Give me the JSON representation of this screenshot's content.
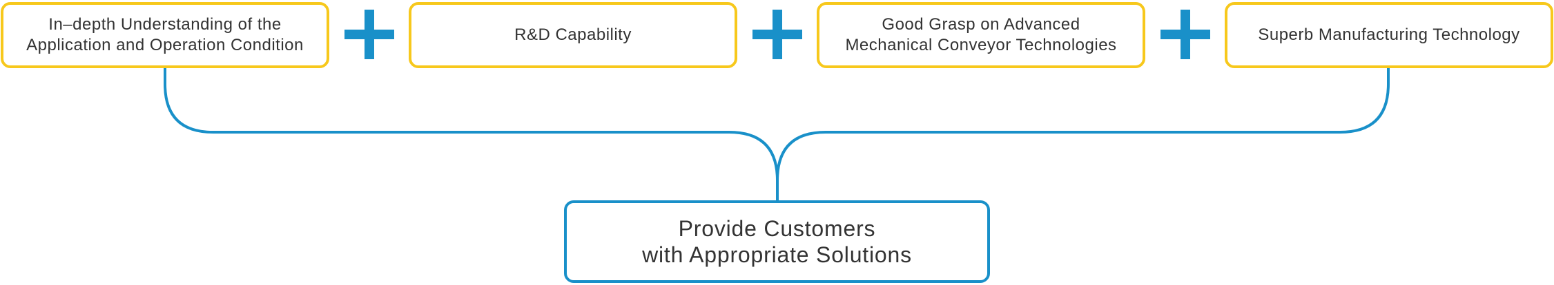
{
  "colors": {
    "top_box_border": "#f7c81c",
    "connector": "#1990c9",
    "plus": "#1990c9",
    "text": "#333333"
  },
  "inputs": [
    {
      "lines": [
        "In–depth Understanding of the",
        "Application and Operation Condition"
      ]
    },
    {
      "lines": [
        "R&D Capability"
      ]
    },
    {
      "lines": [
        "Good Grasp on Advanced",
        "Mechanical Conveyor Technologies"
      ]
    },
    {
      "lines": [
        "Superb Manufacturing Technology"
      ]
    }
  ],
  "operators": [
    "plus-icon",
    "plus-icon",
    "plus-icon"
  ],
  "result": {
    "lines": [
      "Provide Customers",
      "with Appropriate Solutions"
    ]
  }
}
